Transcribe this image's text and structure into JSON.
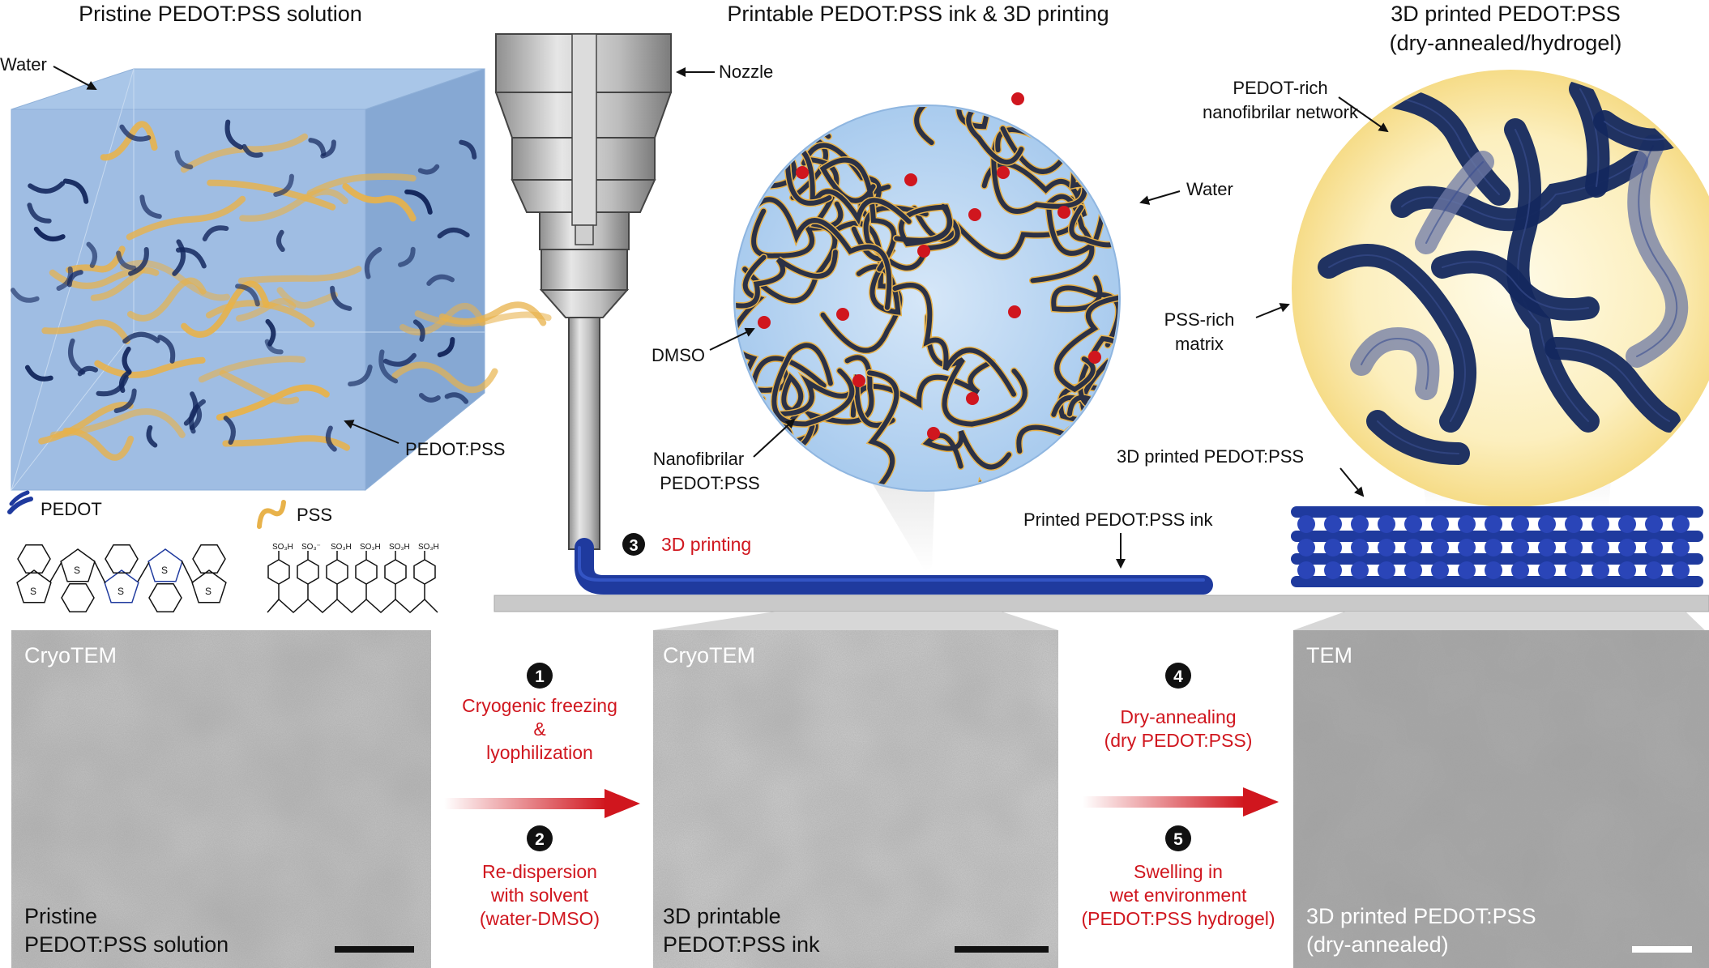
{
  "titles": {
    "panel1": "Pristine PEDOT:PSS solution",
    "panel2": "Printable PEDOT:PSS ink & 3D printing",
    "panel3_line1": "3D printed PEDOT:PSS",
    "panel3_line2": "(dry-annealed/hydrogel)"
  },
  "cube_labels": {
    "water": "Water",
    "pedot_pss": "PEDOT:PSS"
  },
  "legend": {
    "pedot": "PEDOT",
    "pss": "PSS",
    "so3h": "SO₃H",
    "so3minus": "SO₃⁻",
    "ring_s": "S"
  },
  "ink_labels": {
    "nozzle": "Nozzle",
    "water": "Water",
    "dmso": "DMSO",
    "nanofibrilar_line1": "Nanofibrilar",
    "nanofibrilar_line2": "PEDOT:PSS",
    "step3_num": "3",
    "step3": "3D printing",
    "printed_ink": "Printed PEDOT:PSS ink"
  },
  "printed_labels": {
    "pedot_rich_line1": "PEDOT-rich",
    "pedot_rich_line2": "nanofibrilar network",
    "pss_rich_line1": "PSS-rich",
    "pss_rich_line2": "matrix",
    "printed_3d": "3D printed PEDOT:PSS"
  },
  "tem_panels": [
    {
      "tag": "CryoTEM",
      "caption_line1": "Pristine",
      "caption_line2": "PEDOT:PSS solution"
    },
    {
      "tag": "CryoTEM",
      "caption_line1": "3D printable",
      "caption_line2": "PEDOT:PSS ink"
    },
    {
      "tag": "TEM",
      "caption_line1": "3D printed PEDOT:PSS",
      "caption_line2": "(dry-annealed)"
    }
  ],
  "steps": {
    "s1_num": "1",
    "s1_line1": "Cryogenic freezing",
    "s1_line2": "&",
    "s1_line3": "lyophilization",
    "s2_num": "2",
    "s2_line1": "Re-dispersion",
    "s2_line2": "with solvent",
    "s2_line3": "(water-DMSO)",
    "s4_num": "4",
    "s4_line1": "Dry-annealing",
    "s4_line2": "(dry PEDOT:PSS)",
    "s5_num": "5",
    "s5_line1": "Swelling in",
    "s5_line2": "wet environment",
    "s5_line3": "(PEDOT:PSS hydrogel)"
  },
  "colors": {
    "pedot_dark": "#14285e",
    "pedot_blue": "#1f3a9e",
    "pss_orange": "#e8b24a",
    "water_blue": "#9fc2e6",
    "ink_circle": "#b9d6f2",
    "matrix_yellow": "#fbe9a8",
    "dmso_red": "#d0161e",
    "step_red": "#d0161e",
    "substrate_gray": "#c9c9c9"
  }
}
